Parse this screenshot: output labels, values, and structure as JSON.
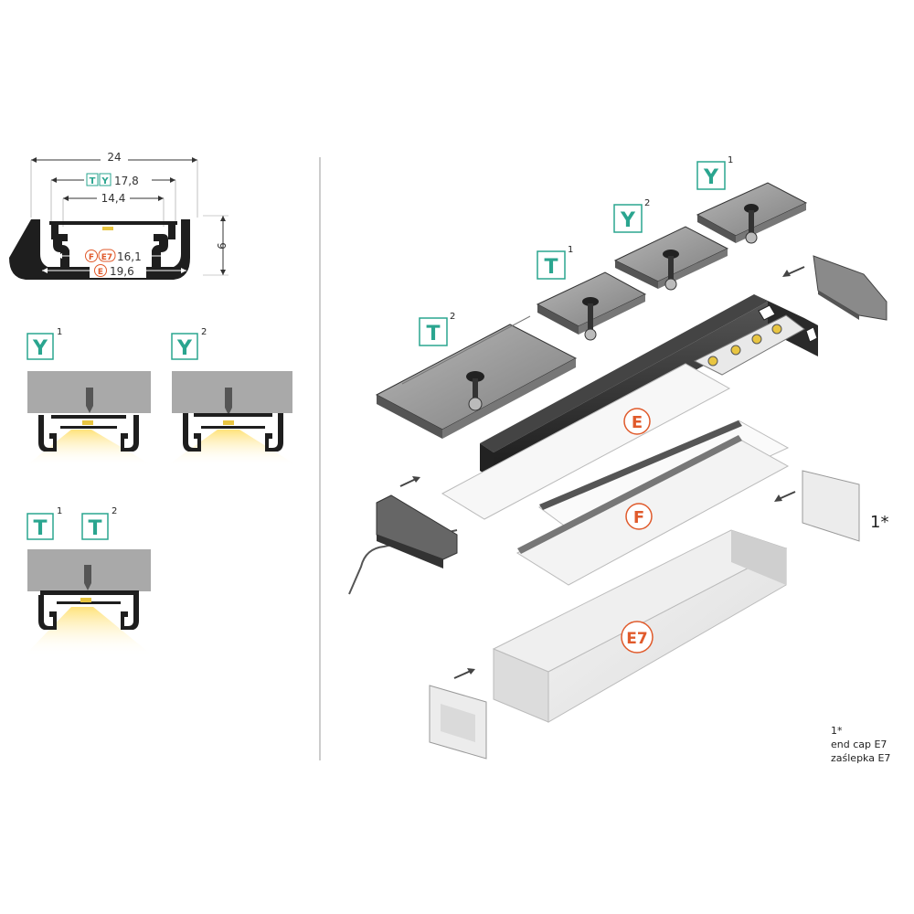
{
  "dimensions": {
    "width_total": "24",
    "width_ty": "17,8",
    "width_inner": "14,4",
    "width_fe7": "16,1",
    "width_e": "19,6",
    "height": "9",
    "label_T": "T",
    "label_Y": "Y",
    "label_F": "F",
    "label_E7": "E7",
    "label_E": "E"
  },
  "mounts": {
    "y": "Y",
    "t": "T",
    "sup1": "1",
    "sup2": "2"
  },
  "exploded": {
    "e": "E",
    "f": "F",
    "e7": "E7",
    "cap_label": "1*"
  },
  "footnote": {
    "mark": "1*",
    "line_en": "end cap E7",
    "line_pl": "zaślepka E7"
  },
  "colors": {
    "tag_green": "#2aa58f",
    "tag_orange": "#e05a2b",
    "profile_dark": "#1e1e1e",
    "metal": "#9a9a9a",
    "ceiling": "#a9a9a9",
    "led_glow": "#ffe27a"
  }
}
